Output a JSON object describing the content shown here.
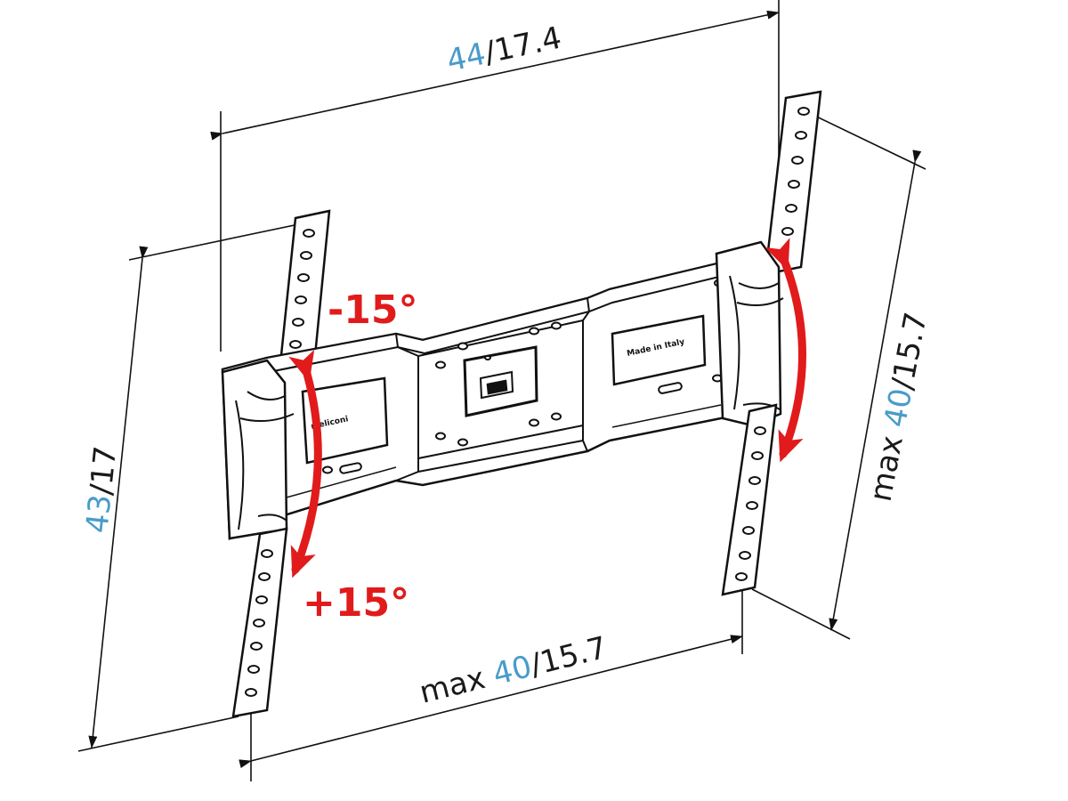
{
  "colors": {
    "metric": "#4a9bc9",
    "imperial": "#1a1a1a",
    "line": "#111111",
    "tilt_arrow": "#e11b1b",
    "steel_fill": "#ffffff"
  },
  "dimensions": {
    "width_total": {
      "metric": "44",
      "imperial": "/17.4"
    },
    "height_total": {
      "metric": "43",
      "imperial": "/17"
    },
    "hole_spacing_horizontal": {
      "prefix": "max ",
      "metric": "40",
      "imperial": "/15.7"
    },
    "hole_spacing_vertical": {
      "prefix": "max ",
      "metric": "40",
      "imperial": "/15.7"
    }
  },
  "tilt": {
    "up_label": "-15°",
    "down_label": "+15°"
  },
  "product_labels": {
    "left_plate": "meliconi",
    "right_plate": "Made in Italy"
  }
}
